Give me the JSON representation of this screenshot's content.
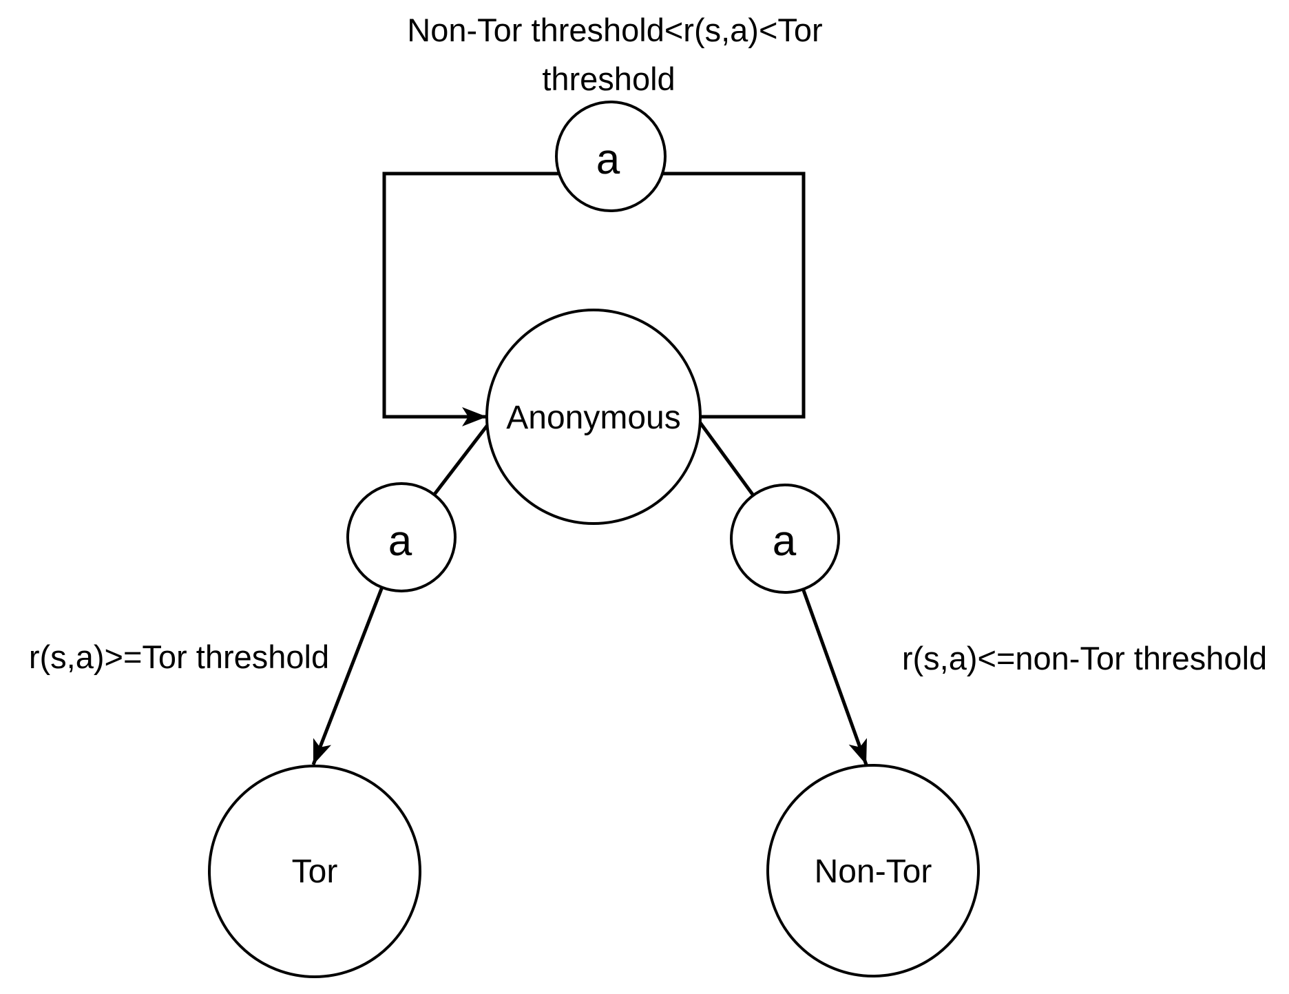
{
  "diagram": {
    "background": "#ffffff",
    "stroke_color": "#000000",
    "node_fill": "#ffffff",
    "text_color": "#000000",
    "self_loop_label": {
      "line1": "Non-Tor threshold<r(s,a)<Tor",
      "line2": "threshold"
    },
    "nodes": {
      "anonymous": "Anonymous",
      "tor": "Tor",
      "non_tor": "Non-Tor",
      "action_top": "a",
      "action_left": "a",
      "action_right": "a"
    },
    "edge_labels": {
      "to_tor": "r(s,a)>=Tor threshold",
      "to_non_tor": "r(s,a)<=non-Tor threshold"
    }
  }
}
